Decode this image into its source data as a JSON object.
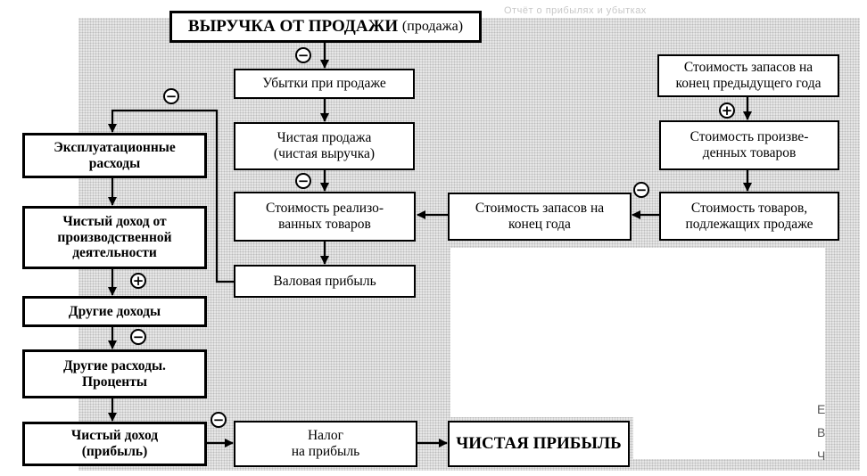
{
  "header": {
    "title_main": "ВЫРУЧКА ОТ ПРОДАЖИ",
    "title_sub": "(продажа)",
    "faint_text": "Отчёт о прибылях и убытках"
  },
  "boxes": {
    "losses_on_sales": "Убытки при продаже",
    "net_sales": "Чистая продажа\n(чистая выручка)",
    "cost_of_goods_sold": "Стоимость реализо-\nванных товаров",
    "gross_profit": "Валовая прибыль",
    "operating_expenses": "Эксплуатационные\nрасходы",
    "net_operating_income": "Чистый доход от\nпроизводственной\nдеятельности",
    "other_income": "Другие доходы",
    "other_expenses": "Другие расходы.\nПроценты",
    "net_income": "Чистый доход\n(прибыль)",
    "income_tax": "Налог\nна прибыль",
    "net_profit": "ЧИСТАЯ ПРИБЫЛЬ",
    "beginning_inventory": "Стоимость запасов на\nконец предыдущего года",
    "cost_of_goods_produced": "Стоимость произве-\nденных товаров",
    "goods_available_for_sale": "Стоимость товаров,\nподлежащих продаже",
    "ending_inventory": "Стоимость запасов на\nконец года"
  },
  "signs": {
    "minus": "−",
    "plus": "+"
  },
  "margin_marks": [
    "Е",
    "В",
    "Ч"
  ]
}
